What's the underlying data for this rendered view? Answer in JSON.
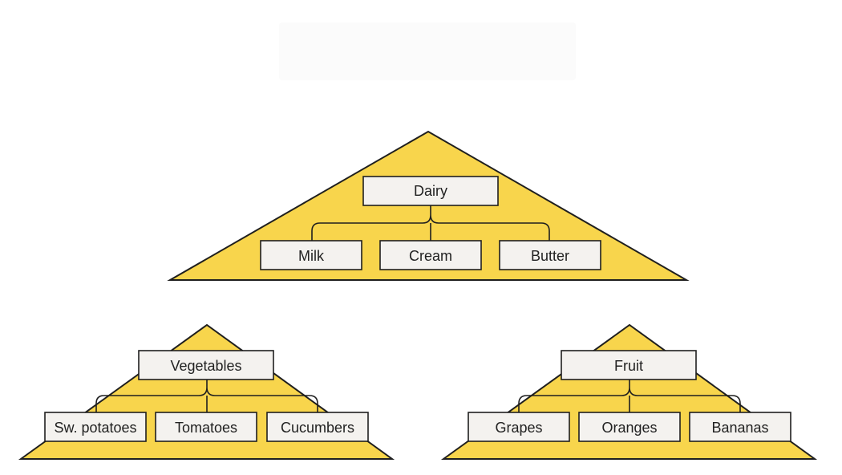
{
  "colors": {
    "triangle_fill": "#f8d54c",
    "node_fill": "#f4f2ef",
    "outline": "#1f1f1f"
  },
  "diagram": {
    "groups": [
      {
        "id": "dairy",
        "root": "Dairy",
        "children": [
          "Milk",
          "Cream",
          "Butter"
        ]
      },
      {
        "id": "vegetables",
        "root": "Vegetables",
        "children": [
          "Sw. potatoes",
          "Tomatoes",
          "Cucumbers"
        ]
      },
      {
        "id": "fruit",
        "root": "Fruit",
        "children": [
          "Grapes",
          "Oranges",
          "Bananas"
        ]
      }
    ]
  }
}
